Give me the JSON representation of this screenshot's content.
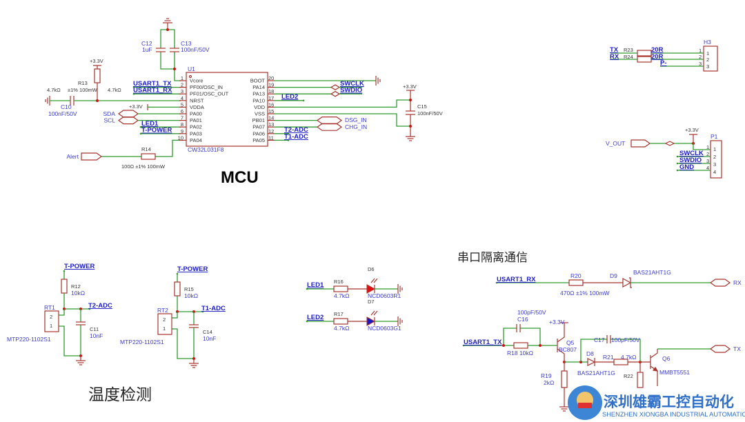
{
  "mcu": {
    "title": "MCU",
    "ref": "U1",
    "part": "CW32L031F8",
    "left_pins": [
      {
        "num": "1",
        "name": "Vcore"
      },
      {
        "num": "2",
        "name": "PF00/OSC_IN"
      },
      {
        "num": "3",
        "name": "PF01/OSC_OUT"
      },
      {
        "num": "4",
        "name": "NRST"
      },
      {
        "num": "5",
        "name": "VDDA"
      },
      {
        "num": "6",
        "name": "PA00"
      },
      {
        "num": "7",
        "name": "PA01"
      },
      {
        "num": "8",
        "name": "PA02"
      },
      {
        "num": "9",
        "name": "PA03"
      },
      {
        "num": "10",
        "name": "PA04"
      }
    ],
    "right_pins": [
      {
        "num": "20",
        "name": "BOOT"
      },
      {
        "num": "19",
        "name": "PA14"
      },
      {
        "num": "18",
        "name": "PA13"
      },
      {
        "num": "17",
        "name": "PA10"
      },
      {
        "num": "16",
        "name": "VDD"
      },
      {
        "num": "15",
        "name": "VSS"
      },
      {
        "num": "14",
        "name": "PB01"
      },
      {
        "num": "13",
        "name": "PA07"
      },
      {
        "num": "12",
        "name": "PA06"
      },
      {
        "num": "11",
        "name": "PA05"
      }
    ],
    "c12": {
      "ref": "C12",
      "value": "1uF"
    },
    "c13": {
      "ref": "C13",
      "value": "100nF/50V"
    },
    "c10": {
      "ref": "C10",
      "value": "100nF/50V"
    },
    "r13": {
      "ref": "R13",
      "value_left": "4.7kΩ",
      "tol": "±1% 100mW",
      "value_right": "4.7kΩ"
    },
    "r14": {
      "ref": "R14",
      "value": "100Ω  ±1% 100mW"
    },
    "c15": {
      "ref": "C15",
      "value": "100nF/50V"
    },
    "vcc": "+3.3V",
    "nets": {
      "usart_tx": "USART1_TX",
      "usart_rx": "USART1_RX",
      "sda": "SDA",
      "scl": "SCL",
      "led1": "LED1",
      "tpower": "T-POWER",
      "alert": "Alert",
      "swclk": "SWCLK",
      "swdio": "SWDIO",
      "led2": "LED2",
      "dsg": "DSG_IN",
      "chg": "CHG_IN",
      "t2adc": "T2-ADC",
      "t1adc": "T1-ADC"
    }
  },
  "h3": {
    "ref": "H3",
    "tx": "TX",
    "rx": "RX",
    "r23": "R23",
    "r24": "R24",
    "r23v": "20R",
    "r24v": "20R",
    "pminus": "P-",
    "pins": [
      "1",
      "2",
      "3"
    ]
  },
  "p1": {
    "ref": "P1",
    "vout": "V_OUT",
    "vcc": "+3.3V",
    "swclk": "SWCLK",
    "swdio": "SWDIO",
    "gnd": "GND",
    "pins": [
      "1",
      "2",
      "3",
      "4"
    ]
  },
  "temp": {
    "title": "温度检测",
    "ch1": {
      "power": "T-POWER",
      "r": "R12",
      "rv": "10kΩ",
      "rt": "RT1",
      "part": "MTP220-1102S1",
      "adc": "T2-ADC",
      "c": "C11",
      "cv": "10nF"
    },
    "ch2": {
      "power": "T-POWER",
      "r": "R15",
      "rv": "10kΩ",
      "rt": "RT2",
      "part": "MTP220-1102S1",
      "adc": "T1-ADC",
      "c": "C14",
      "cv": "10nF"
    },
    "rt_pins": [
      "2",
      "1"
    ]
  },
  "leds": [
    {
      "net": "LED1",
      "r": "R16",
      "rv": "4.7kΩ",
      "d": "D6",
      "part": "NCD0603R1",
      "color": "#e01010"
    },
    {
      "net": "LED2",
      "r": "R17",
      "rv": "4.7kΩ",
      "d": "D7",
      "part": "NCD0603G1",
      "color": "#1818c8"
    }
  ],
  "serial": {
    "title": "串口隔离通信",
    "rx_net": "USART1_RX",
    "r20": "R20",
    "r20v": "470Ω  ±1% 100mW",
    "d9": "D9",
    "d9v": "BAS21AHT1G",
    "rx_out": "RX",
    "tx_net": "USART1_TX",
    "c16": "C16",
    "c16v": "100pF/50V",
    "r18": "R18 10kΩ",
    "vcc": "+3.3V",
    "q5": "Q5",
    "q5v": "BC807",
    "c17": "C17",
    "c17v": "100pF/50V",
    "d8": "D8",
    "d8v": "BAS21AHT1G",
    "r21": "R21",
    "r21v": "4.7kΩ",
    "r19": "R19",
    "r19v": "2kΩ",
    "r22": "R22",
    "q6": "Q6",
    "q6v": "MMBT5551",
    "tx_out": "TX"
  },
  "watermark": {
    "cn": "深圳雄霸工控自动化",
    "en": "SHENZHEN XIONGBA INDUSTRIAL AUTOMATION",
    "logo_color": "#2f6fc8"
  }
}
